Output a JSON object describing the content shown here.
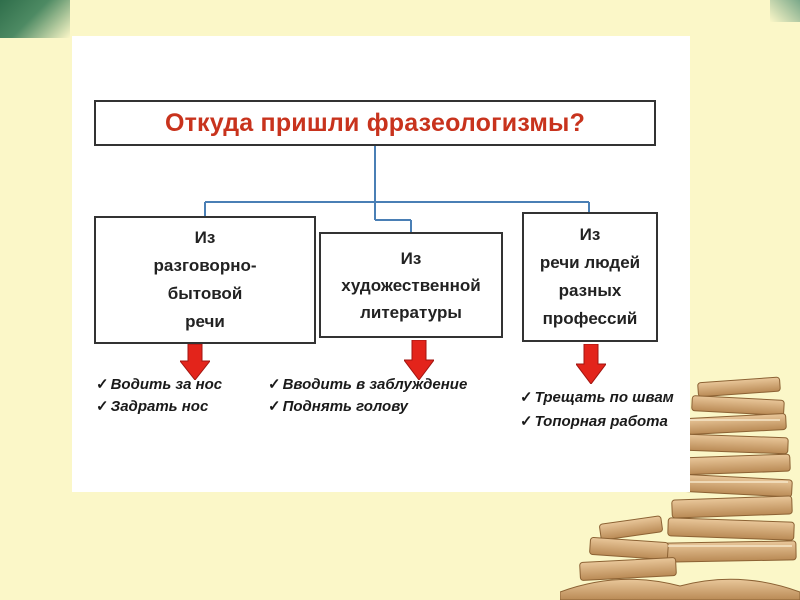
{
  "title": "Откуда пришли фразеологизмы?",
  "sources": [
    {
      "label": "Из\nразговорно-\nбытовой\nречи",
      "examples": [
        "Водить за нос",
        "Задрать нос"
      ]
    },
    {
      "label": "Из\nхудожественной\nлитературы",
      "examples": [
        "Вводить в заблуждение",
        "Поднять голову"
      ]
    },
    {
      "label": "Из\nречи людей\nразных\nпрофессий",
      "examples": [
        "Трещать по швам",
        "Топорная работа"
      ]
    }
  ],
  "check_mark": "✓",
  "colors": {
    "title": "#c8331d",
    "arrow": "#e3241b",
    "connector": "#4a7fb5",
    "background": "#fbf7c8"
  },
  "icons": [
    "down-arrow-icon",
    "check-icon",
    "books-stack-illustration"
  ]
}
